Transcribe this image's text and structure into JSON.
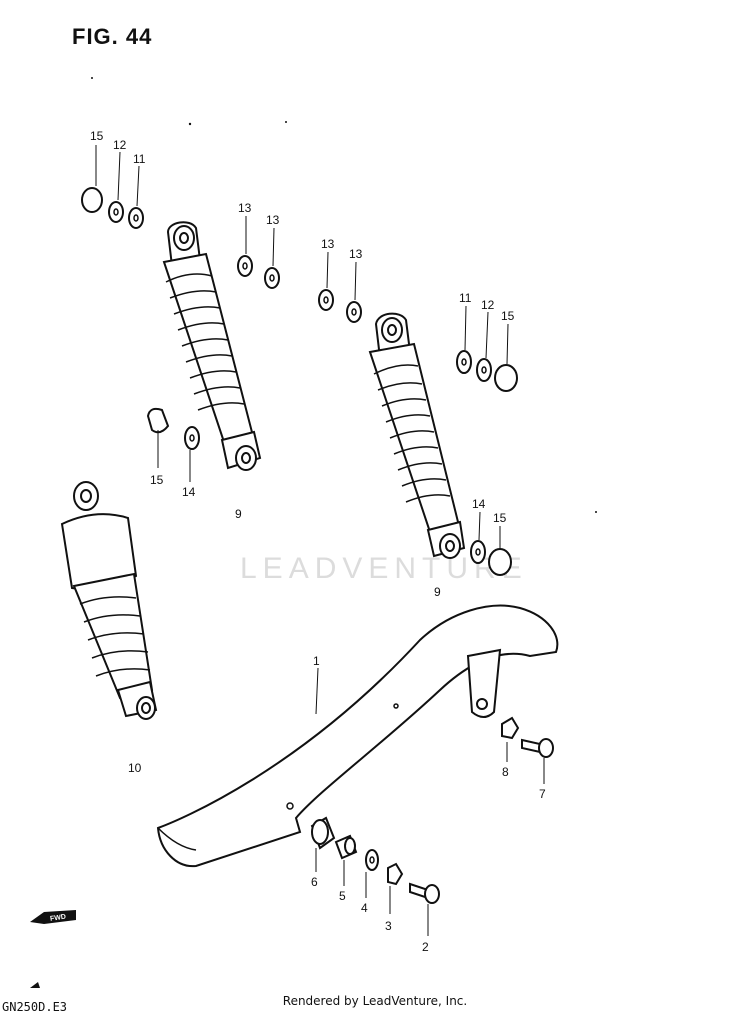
{
  "figure": {
    "title": "FIG. 44",
    "model_code": "GN250D.E3"
  },
  "watermark": "LEADVENTURE",
  "footer": "Rendered by LeadVenture, Inc.",
  "callouts": {
    "c1": "1",
    "c2": "2",
    "c3": "3",
    "c4": "4",
    "c5": "5",
    "c6": "6",
    "c7": "7",
    "c8": "8",
    "c9a": "9",
    "c9b": "9",
    "c10": "10",
    "c11a": "11",
    "c12a": "12",
    "c15a": "15",
    "c13a": "13",
    "c13b": "13",
    "c13c": "13",
    "c13d": "13",
    "c11b": "11",
    "c12b": "12",
    "c15b": "15",
    "c15c": "15",
    "c14a": "14",
    "c14b": "14",
    "c15d": "15"
  },
  "icons": {
    "fwd": "fwd-arrow-icon"
  }
}
